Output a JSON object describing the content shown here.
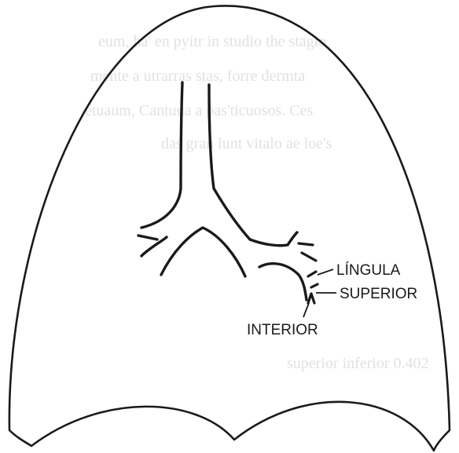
{
  "labels": {
    "lingula": "LÍNGULA",
    "superior": "SUPERIOR",
    "interior": "INTERIOR"
  },
  "bleed_through": {
    "line1": "eum, ha' en pyitr in studio the stagio",
    "line2": "mente a utrarras stas, forre dermta",
    "line3": "etuaum, Cantuua a pas'ticuosos. Ces",
    "line4": "das gran lunt vitalo ae loe's",
    "line5": "superior inferior 0.402"
  },
  "colors": {
    "ink": "#1a1a1a",
    "background": "#ffffff",
    "bleed": "#c9c9c9"
  }
}
